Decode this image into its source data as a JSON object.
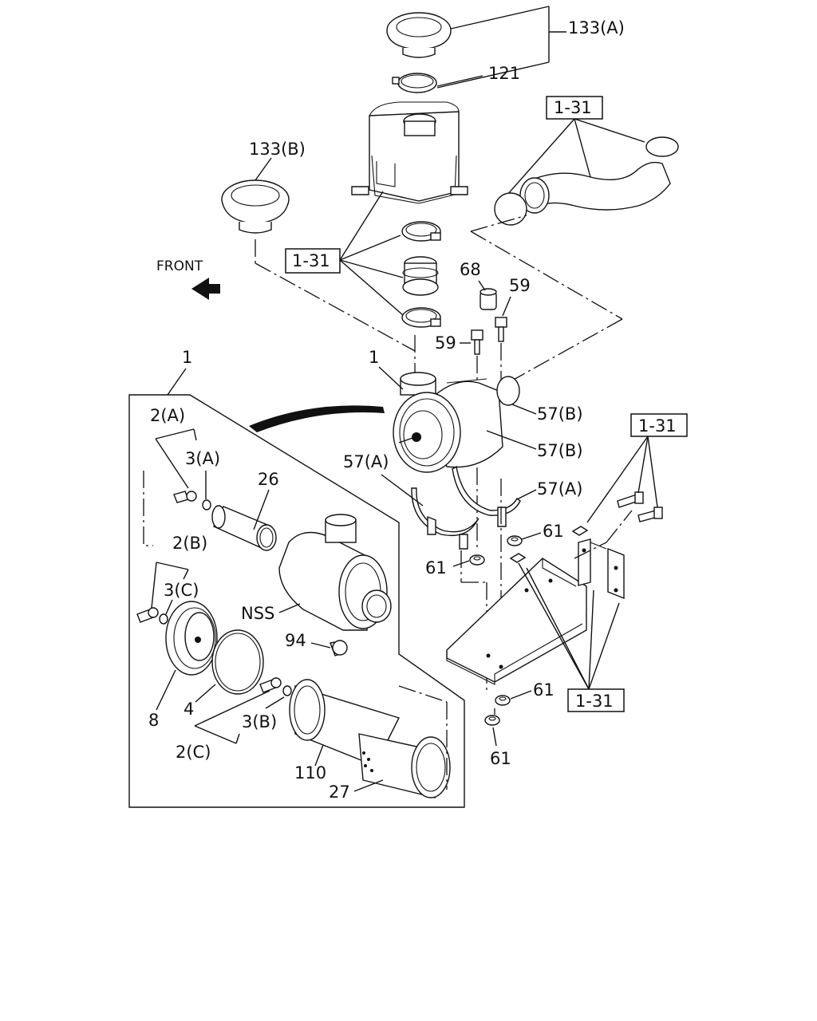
{
  "diagram": {
    "front_label": "FRONT",
    "callouts": {
      "c133a": "133(A)",
      "c121": "121",
      "c131_top": "1-31",
      "c133b": "133(B)",
      "c131_mid": "1-31",
      "c68": "68",
      "c59a": "59",
      "c59b": "59",
      "c1a": "1",
      "c1b": "1",
      "c57b_1": "57(B)",
      "c57b_2": "57(B)",
      "c57a_1": "57(A)",
      "c57a_2": "57(A)",
      "c131_right": "1-31",
      "c61_1": "61",
      "c61_2": "61",
      "c61_3": "61",
      "c61_4": "61",
      "c131_bottom": "1-31",
      "c2a": "2(A)",
      "c3a": "3(A)",
      "c26": "26",
      "c2b": "2(B)",
      "c3c": "3(C)",
      "cNSS": "NSS",
      "c94": "94",
      "c8": "8",
      "c4": "4",
      "c3b": "3(B)",
      "c2c": "2(C)",
      "c110": "110",
      "c27": "27"
    }
  }
}
